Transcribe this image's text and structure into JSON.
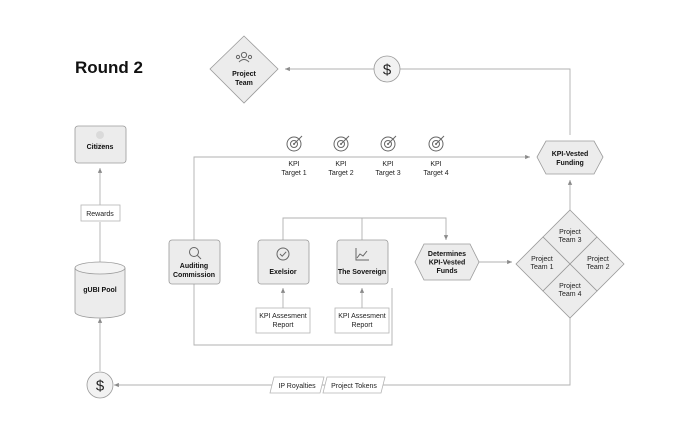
{
  "title": "Round 2",
  "nodes": {
    "project_team": [
      "Project",
      "Team"
    ],
    "citizens": "Citizens",
    "rewards": "Rewards",
    "gubi_pool": "gUBI Pool",
    "auditing": [
      "Auditing",
      "Commission"
    ],
    "exelsior": "Exelsior",
    "sovereign": "The Sovereign",
    "kpi_report_1": [
      "KPI Assesment",
      "Report"
    ],
    "kpi_report_2": [
      "KPI Assesment",
      "Report"
    ],
    "determines": [
      "Determines",
      "KPI-Vested",
      "Funds"
    ],
    "kpi_vested_funding": [
      "KPI-Vested",
      "Funding"
    ],
    "ip_royalties": "IP Royalties",
    "project_tokens": "Project Tokens"
  },
  "kpi_targets": [
    [
      "KPI",
      "Target 1"
    ],
    [
      "KPI",
      "Target 2"
    ],
    [
      "KPI",
      "Target 3"
    ],
    [
      "KPI",
      "Target 4"
    ]
  ],
  "project_teams": [
    [
      "Project",
      "Team 3"
    ],
    [
      "Project",
      "Team 1"
    ],
    [
      "Project",
      "Team 2"
    ],
    [
      "Project",
      "Team 4"
    ]
  ],
  "icons": {
    "dollar": "dollar-sign-icon",
    "target": "target-icon",
    "team": "team-icon",
    "person": "person-icon",
    "search": "search-icon",
    "check": "check-circle-icon",
    "chart": "line-chart-icon"
  }
}
